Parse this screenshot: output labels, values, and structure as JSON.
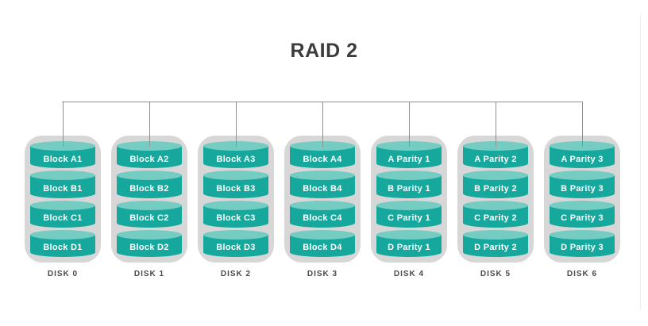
{
  "title": "RAID 2",
  "colors": {
    "background": "#ffffff",
    "cylinder_body": "#17a89d",
    "cylinder_top": "#74ccc3",
    "casing": "#d7d7d7",
    "connector_line": "#8f8f8f",
    "title_text": "#3c3c3c",
    "disk_label_text": "#4a4a4a",
    "block_text": "#ffffff"
  },
  "disks": [
    {
      "label": "DISK 0",
      "blocks": [
        "Block A1",
        "Block B1",
        "Block C1",
        "Block D1"
      ]
    },
    {
      "label": "DISK 1",
      "blocks": [
        "Block A2",
        "Block B2",
        "Block C2",
        "Block D2"
      ]
    },
    {
      "label": "DISK 2",
      "blocks": [
        "Block A3",
        "Block B3",
        "Block C3",
        "Block D3"
      ]
    },
    {
      "label": "DISK 3",
      "blocks": [
        "Block A4",
        "Block B4",
        "Block C4",
        "Block D4"
      ]
    },
    {
      "label": "DISK 4",
      "blocks": [
        "A Parity 1",
        "B Parity 1",
        "C Parity 1",
        "D Parity 1"
      ]
    },
    {
      "label": "DISK 5",
      "blocks": [
        "A Parity 2",
        "B Parity 2",
        "C Parity 2",
        "D Parity 2"
      ]
    },
    {
      "label": "DISK 6",
      "blocks": [
        "A Parity 3",
        "B Parity 3",
        "C Parity 3",
        "D Parity 3"
      ]
    }
  ]
}
